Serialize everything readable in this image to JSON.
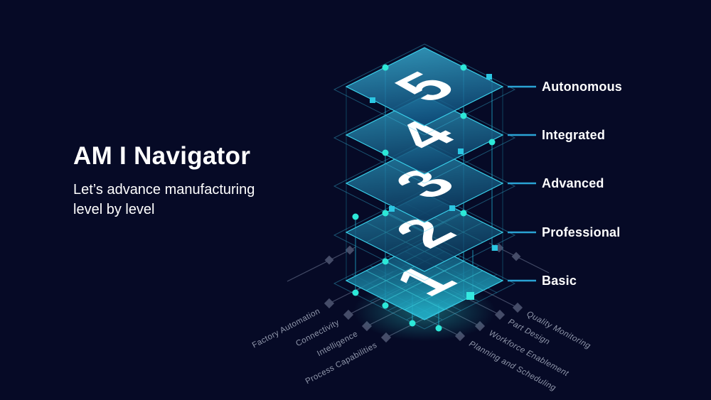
{
  "slide": {
    "title": "AM I Navigator",
    "subtitle_line1": "Let’s advance manufacturing",
    "subtitle_line2": "level by level"
  },
  "levels": [
    {
      "number": "5",
      "label": "Autonomous",
      "top_color": "#3bb3d6",
      "bottom_color": "#0e4a78"
    },
    {
      "number": "4",
      "label": "Integrated",
      "top_color": "#31a4c8",
      "bottom_color": "#0d4069"
    },
    {
      "number": "3",
      "label": "Advanced",
      "top_color": "#2a95ba",
      "bottom_color": "#0c395f"
    },
    {
      "number": "2",
      "label": "Professional",
      "top_color": "#2489ad",
      "bottom_color": "#0b3356"
    },
    {
      "number": "1",
      "label": "Basic",
      "top_color": "#0d3c63",
      "bottom_color": "#23b6cf"
    }
  ],
  "capabilities": {
    "left": [
      "Factory Automation",
      "Connectivity",
      "Intelligence",
      "Process Capabilities"
    ],
    "right": [
      "Quality Monitoring",
      "Part Design",
      "Workforce Enablement",
      "Planning and Scheduling"
    ]
  },
  "colors": {
    "background": "#060a26",
    "plane_stroke": "#3ad2ec",
    "node_dot": "#2de8d8",
    "leader_line": "#2aa3d4",
    "level_label_text": "#ffffff",
    "capability_text": "#9097ab",
    "connector_gray": "#434a66"
  }
}
